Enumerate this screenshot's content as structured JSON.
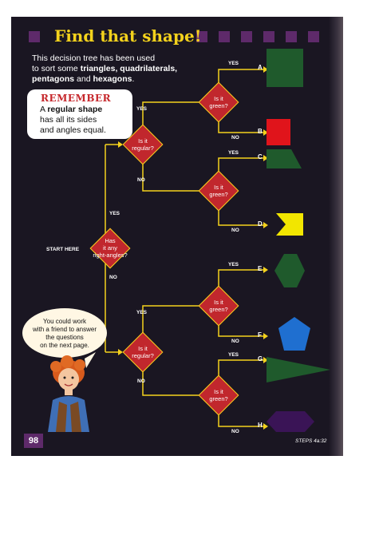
{
  "title": "Find that shape!",
  "intro": {
    "line1": "This decision tree has been used",
    "line2_prefix": "to sort some ",
    "line2_bold": "triangles, quadrilaterals,",
    "line3_bold_a": "pentagons",
    "line3_mid": " and ",
    "line3_bold_b": "hexagons",
    "line3_end": "."
  },
  "remember": {
    "heading": "REMEMBER",
    "line1_prefix": "A ",
    "line1_bold": "regular shape",
    "line2": "has all its sides",
    "line3": "and angles equal."
  },
  "tree": {
    "start_label": "START HERE",
    "root_question": [
      "Has",
      "it any",
      "right-angles?"
    ],
    "regular_question": [
      "Is it",
      "regular?"
    ],
    "green_question": [
      "Is it",
      "green?"
    ],
    "yes": "YES",
    "no": "NO",
    "letters": [
      "A",
      "B",
      "C",
      "D",
      "E",
      "F",
      "G",
      "H"
    ]
  },
  "bubble": {
    "line1": "You could work",
    "line2": "with a friend to answer",
    "line3": "the questions",
    "line4": "on the next page."
  },
  "page_number": "98",
  "footer": "STEPS 4a:32",
  "colors": {
    "background": "#1a1622",
    "title": "#f4d21c",
    "connector": "#f4d21c",
    "diamond_fill": "#c1272d",
    "square_accent": "#5e2a6a"
  },
  "shapes": [
    {
      "letter": "A",
      "shape": "square",
      "color": "#1f5a2c"
    },
    {
      "letter": "B",
      "shape": "square",
      "color": "#e0141b"
    },
    {
      "letter": "C",
      "shape": "trapezium",
      "color": "#1f5a2c"
    },
    {
      "letter": "D",
      "shape": "pentagon",
      "color": "#f2e600"
    },
    {
      "letter": "E",
      "shape": "hexagon",
      "color": "#1f5a2c"
    },
    {
      "letter": "F",
      "shape": "pentagon",
      "color": "#1f6fd0"
    },
    {
      "letter": "G",
      "shape": "triangle",
      "color": "#1f5a2c"
    },
    {
      "letter": "H",
      "shape": "hexagon",
      "color": "#3a1456"
    }
  ]
}
